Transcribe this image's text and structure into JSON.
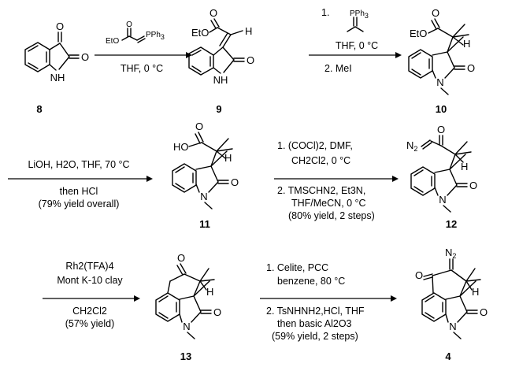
{
  "compounds": [
    {
      "label": "8"
    },
    {
      "label": "9"
    },
    {
      "label": "10"
    },
    {
      "label": "11"
    },
    {
      "label": "12"
    },
    {
      "label": "13"
    },
    {
      "label": "4"
    }
  ],
  "atoms": {
    "O": "O",
    "NH": "NH",
    "N": "N",
    "H": "H",
    "EtO": "EtO",
    "HO": "HO",
    "N2_main": "N",
    "N2_sub": "2",
    "PPh3_main": "PPh",
    "PPh3_sub": "3"
  },
  "reactions": [
    {
      "id": "r1",
      "above_reagent": "EtO",
      "above_reagent_2": "PPh3",
      "below": [
        "THF, 0 °C"
      ]
    },
    {
      "id": "r2",
      "above": [
        "1.",
        "THF, 0 °C"
      ],
      "reagent": "PPh3",
      "below": [
        "2. MeI"
      ]
    },
    {
      "id": "r3",
      "above": [
        "LiOH, H2O, THF, 70 °C"
      ],
      "below": [
        "then HCl",
        "(79% yield overall)"
      ]
    },
    {
      "id": "r4",
      "above": [
        "1. (COCl)2, DMF,",
        "CH2Cl2, 0 °C"
      ],
      "below": [
        "2. TMSCHN2, Et3N,",
        "THF/MeCN, 0 °C",
        "(80% yield, 2 steps)"
      ]
    },
    {
      "id": "r5",
      "above": [
        "Rh2(TFA)4",
        "Mont K-10 clay"
      ],
      "below": [
        "CH2Cl2",
        "(57% yield)"
      ]
    },
    {
      "id": "r6",
      "above": [
        "1. Celite, PCC",
        "benzene, 80 °C"
      ],
      "below": [
        "2. TsNHNH2,HCl, THF",
        "then basic Al2O3",
        "(59% yield, 2 steps)"
      ]
    }
  ]
}
